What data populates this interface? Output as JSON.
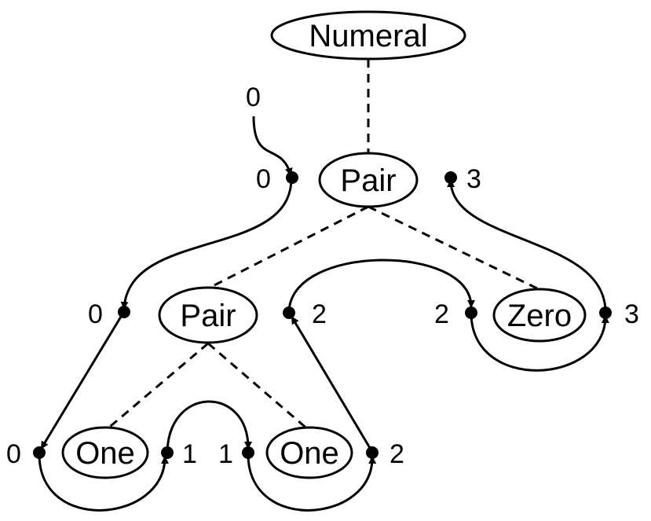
{
  "nodes": {
    "numeral": "Numeral",
    "pair_root": "Pair",
    "pair_left": "Pair",
    "zero": "Zero",
    "one_left": "One",
    "one_right": "One"
  },
  "labels": {
    "start": "0",
    "pair_root_in": "0",
    "pair_root_out": "3",
    "pair_left_in": "0",
    "pair_left_out": "2",
    "zero_in": "2",
    "zero_out": "3",
    "one_left_in": "0",
    "one_left_out": "1",
    "one_right_in": "1",
    "one_right_out": "2"
  },
  "colors": {
    "stroke": "#000000",
    "background": "#ffffff"
  }
}
